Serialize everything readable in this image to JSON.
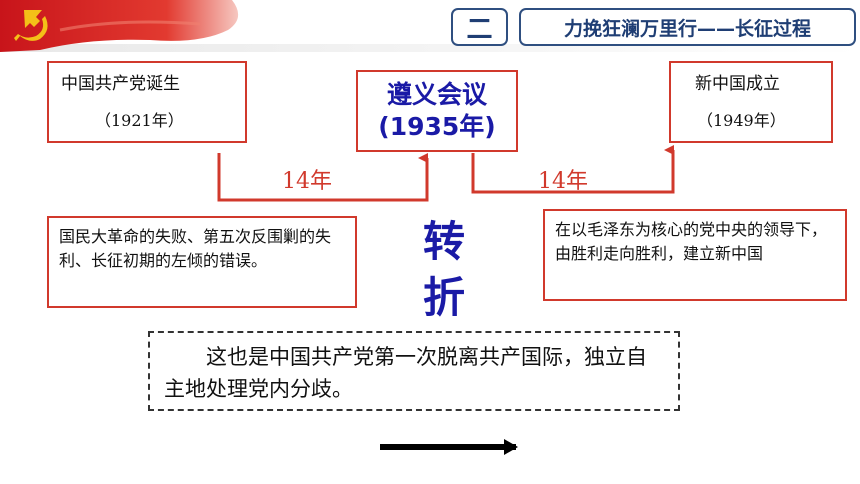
{
  "header": {
    "section_number": "二",
    "section_title": "力挽狂澜万里行——长征过程"
  },
  "timeline": {
    "left_event": {
      "name": "中国共产党诞生",
      "year": "（1921年）"
    },
    "center_event": {
      "name": "遵义会议",
      "year": "(1935年)"
    },
    "right_event": {
      "name": "新中国成立",
      "year": "（1949年）"
    },
    "gap_left": "14年",
    "gap_right": "14年"
  },
  "turning_point": {
    "char_1": "转",
    "char_2": "折"
  },
  "notes": {
    "left": "国民大革命的失败、第五次反围剿的失利、长征初期的左倾的错误。",
    "right": "在以毛泽东为核心的党中央的领导下，由胜利走向胜利，建立新中国"
  },
  "summary": "这也是中国共产党第一次脱离共产国际，独立自主地处理党内分歧。",
  "colors": {
    "accent_red": "#d1392c",
    "title_blue": "#1a1aa6",
    "header_navy": "#1f3e74"
  }
}
